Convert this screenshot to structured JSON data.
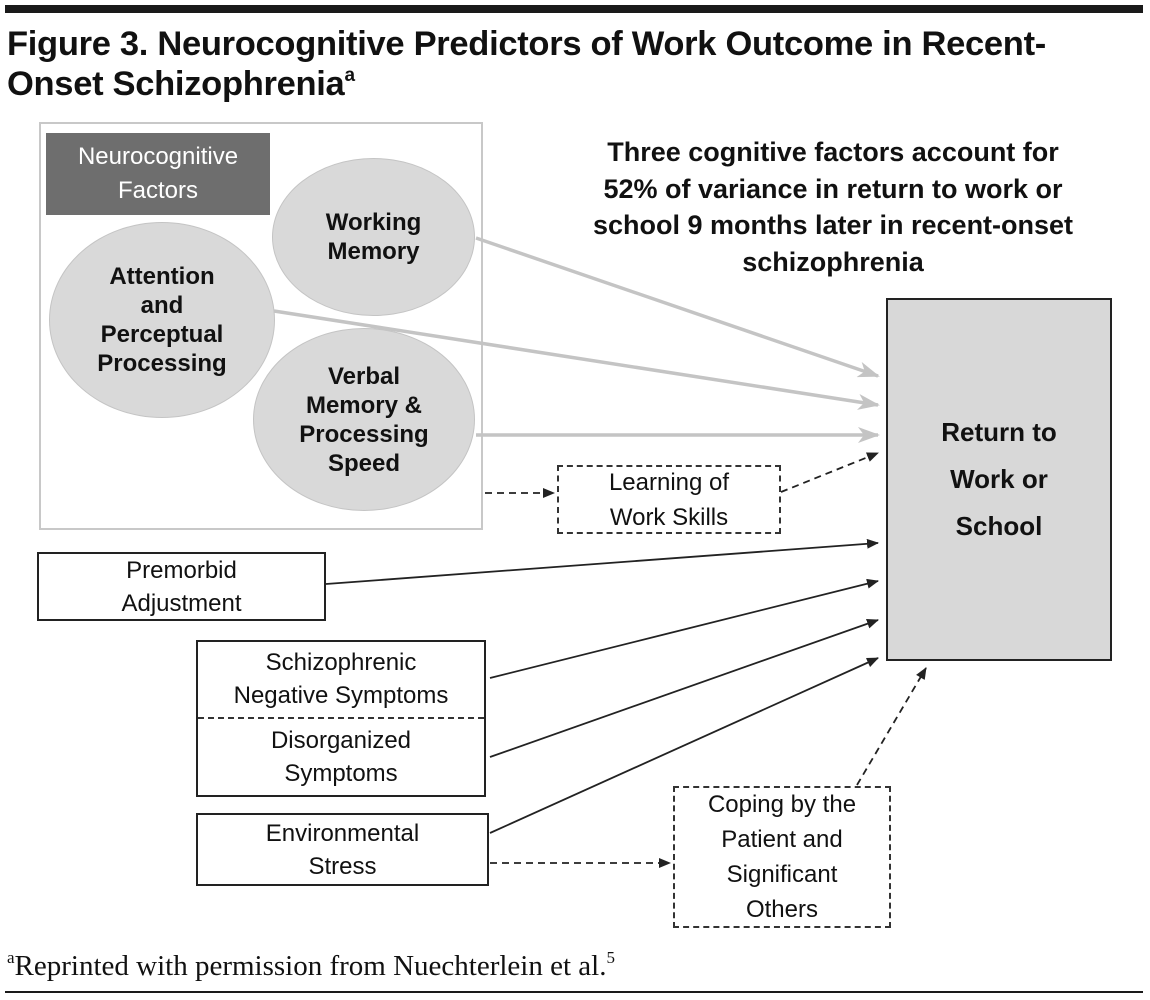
{
  "figure": {
    "title": "Figure 3. Neurocognitive Predictors of Work Outcome in Recent-Onset Schizophrenia",
    "title_superscript": "a",
    "footnote_marker": "a",
    "footnote_text": "Reprinted with permission from Nuechterlein et al.",
    "footnote_ref": "5"
  },
  "diagram": {
    "group_label": "Neurocognitive\nFactors",
    "factors": {
      "working_memory": "Working\nMemory",
      "attention": "Attention\nand\nPerceptual\nProcessing",
      "verbal_memory": "Verbal\nMemory &\nProcessing\nSpeed"
    },
    "headline": "Three cognitive factors account for\n52% of variance in return to work or\nschool 9 months later in recent-onset\nschizophrenia",
    "outcome": "Return to\nWork or\nSchool",
    "mediators": {
      "learning": "Learning of\nWork Skills",
      "coping": "Coping by the\nPatient and\nSignificant\nOthers"
    },
    "predictors": {
      "premorbid": "Premorbid\nAdjustment",
      "negative": "Schizophrenic\nNegative Symptoms",
      "disorganized": "Disorganized\nSymptoms",
      "stress": "Environmental\nStress"
    },
    "colors": {
      "factor_fill": "#d9d9d9",
      "group_label_fill": "#6e6e6e",
      "outcome_fill": "#d8d8d8",
      "cognitive_arrow": "#c4c4c4",
      "line": "#222222"
    }
  }
}
